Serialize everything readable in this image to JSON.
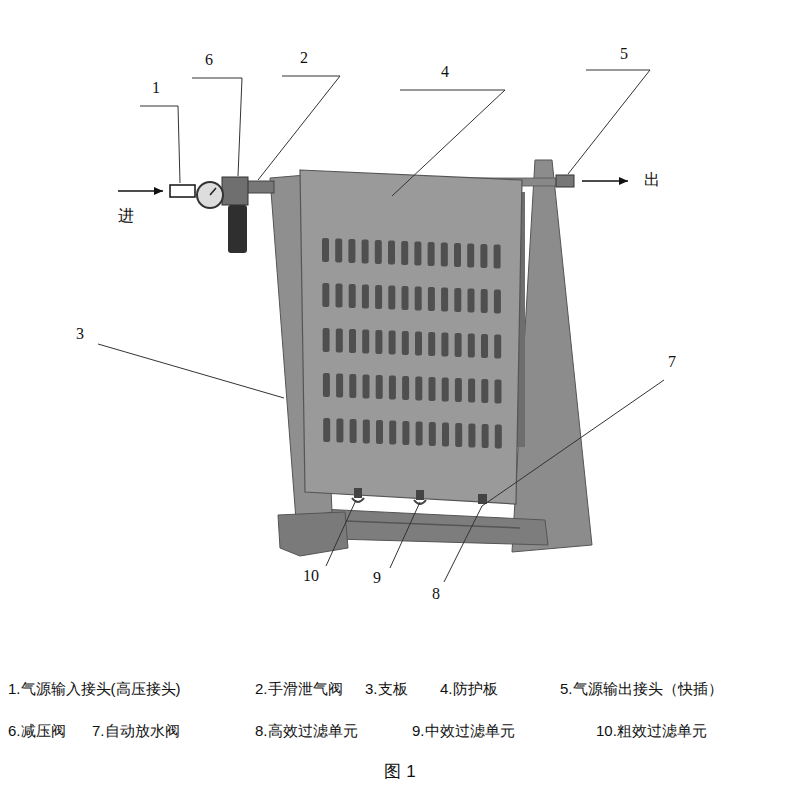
{
  "diagram": {
    "caption": "图 1",
    "labels": [
      "1",
      "6",
      "2",
      "4",
      "5",
      "进",
      "出",
      "3",
      "7",
      "10",
      "9",
      "8",
      "1.气源输入接头(高压接头)",
      "2.手滑泄气阀",
      "3.支板",
      "4.防护板",
      "5.气源输出接头（快插）",
      "6.减压阀",
      "7.自动放水阀",
      "8.高效过滤单元",
      "9.中效过滤单元",
      "10.粗效过滤单元"
    ]
  }
}
